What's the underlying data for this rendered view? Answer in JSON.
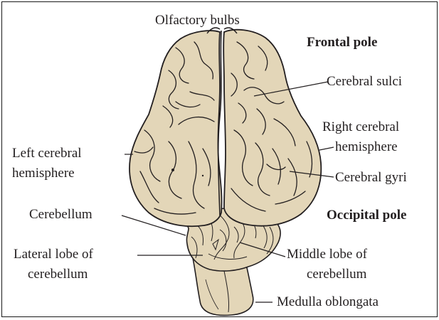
{
  "labels": {
    "olfactory_bulbs": "Olfactory bulbs",
    "frontal_pole": "Frontal pole",
    "cerebral_sulci": "Cerebral sulci",
    "right_hemisphere": [
      "Right cerebral",
      "hemisphere"
    ],
    "left_hemisphere": [
      "Left cerebral",
      "hemisphere"
    ],
    "cerebral_gyri": "Cerebral gyri",
    "cerebellum": "Cerebellum",
    "occipital_pole": "Occipital pole",
    "lateral_lobe": [
      "Lateral lobe of",
      "cerebellum"
    ],
    "middle_lobe": [
      "Middle lobe of",
      "cerebellum"
    ],
    "medulla": "Medulla oblongata"
  },
  "colors": {
    "tissue": "#e3d6b8",
    "tissue_shade": "#d4c39d",
    "outline": "#231f20"
  }
}
